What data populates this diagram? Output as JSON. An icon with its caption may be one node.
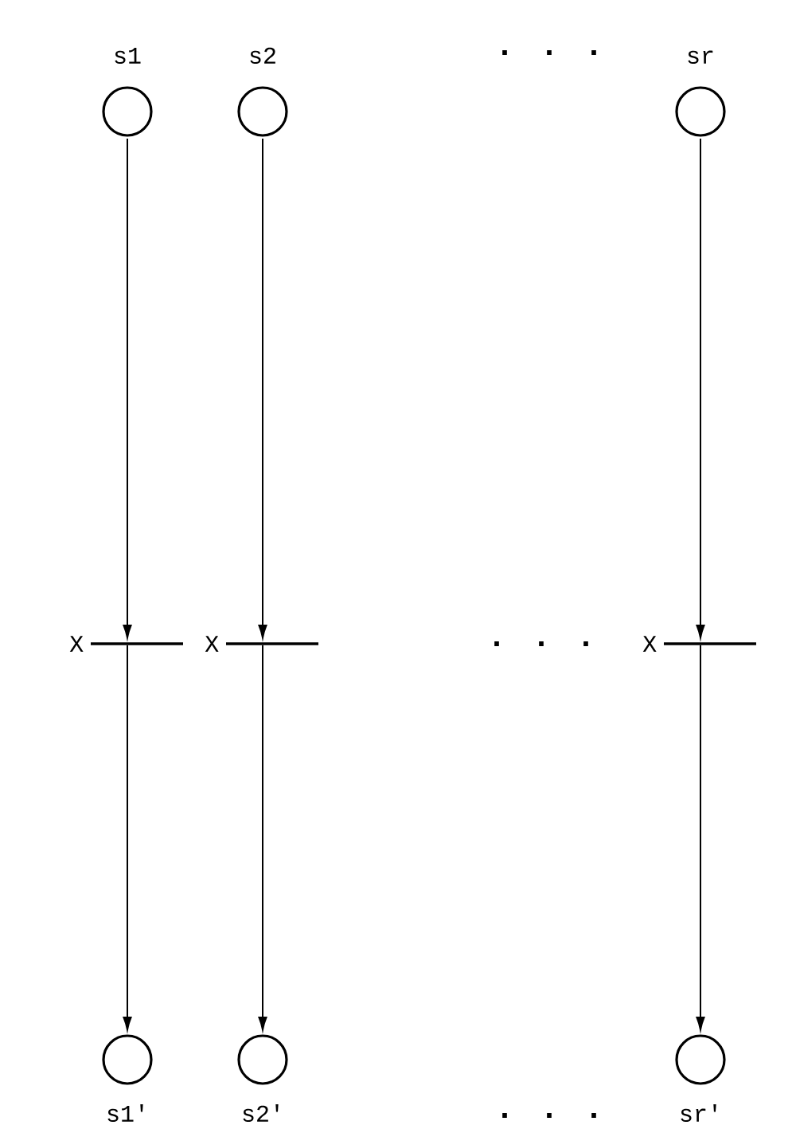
{
  "diagram": {
    "nodes": [
      {
        "text": [
          "s1"
        ]
      },
      {
        "text": [
          "s2"
        ]
      },
      {
        "text": [
          "sr"
        ]
      },
      {
        "text": [
          "X"
        ]
      },
      {
        "text": [
          "X"
        ]
      },
      {
        "text": [
          "X"
        ]
      },
      {
        "text": [
          "s1'"
        ]
      },
      {
        "text": [
          "s2'"
        ]
      },
      {
        "text": [
          "sr'"
        ]
      }
    ],
    "edges": [
      {
        "from": 0,
        "to": 3,
        "arrow": "to"
      },
      {
        "from": 3,
        "to": 6,
        "arrow": "to"
      },
      {
        "from": 1,
        "to": 4,
        "arrow": "to"
      },
      {
        "from": 4,
        "to": 7,
        "arrow": "to"
      },
      {
        "from": 2,
        "to": 5,
        "arrow": "to"
      },
      {
        "from": 5,
        "to": 8,
        "arrow": "to"
      }
    ],
    "labels": [
      ". . .",
      ". . .",
      ". . ."
    ]
  }
}
